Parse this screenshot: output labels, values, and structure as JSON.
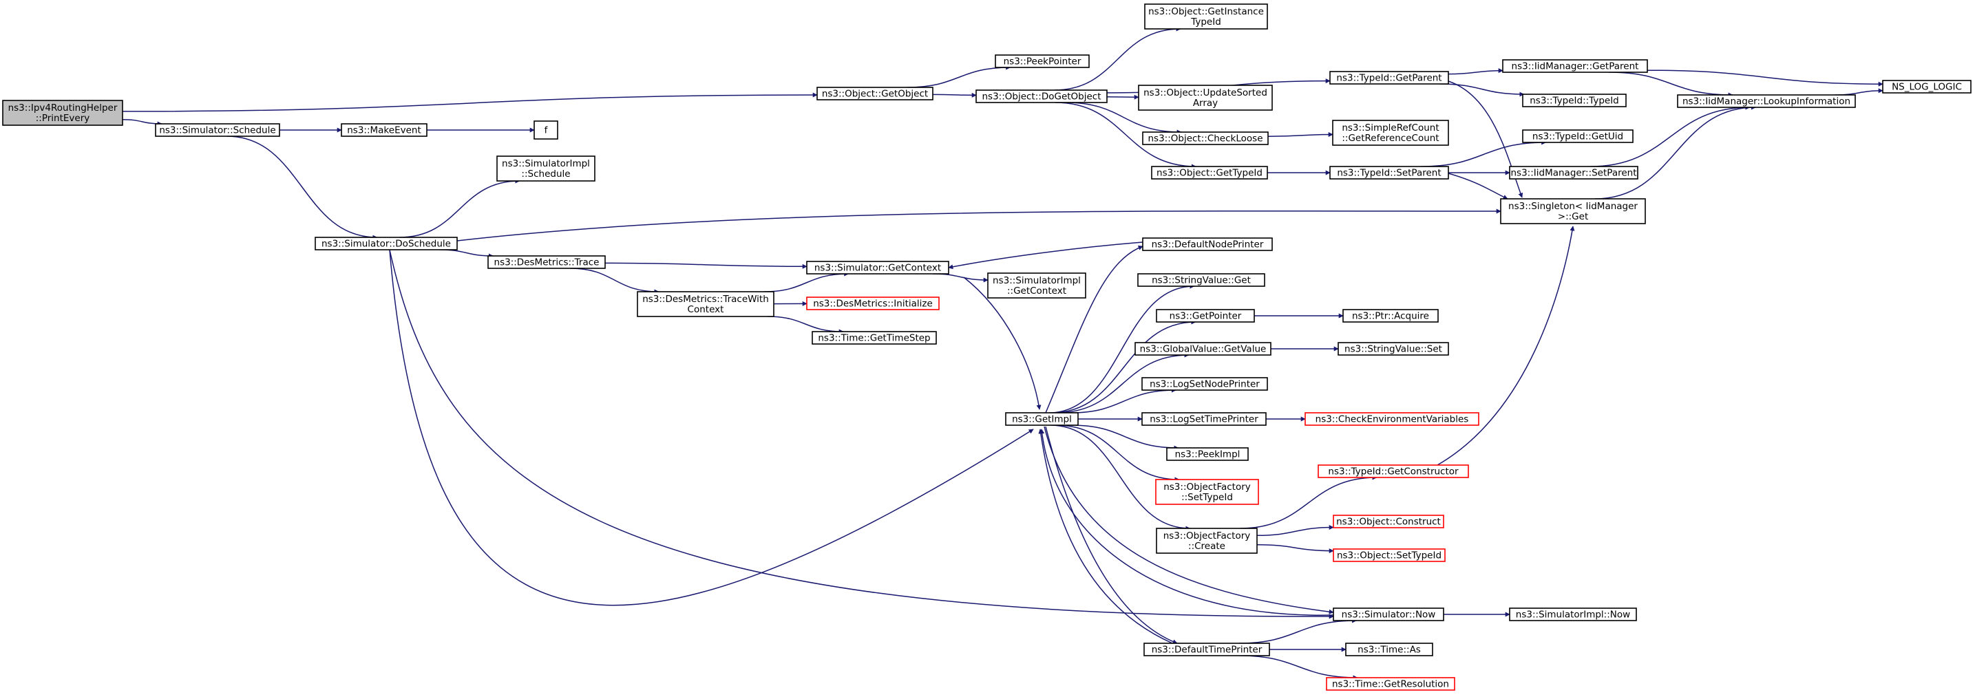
{
  "title": "",
  "graph": {
    "nodes": [
      {
        "id": "n0",
        "label": [
          "ns3::Ipv4RoutingHelper",
          "::PrintEvery"
        ],
        "style": "root"
      },
      {
        "id": "n1",
        "label": [
          "ns3::Object::GetObject"
        ]
      },
      {
        "id": "n2",
        "label": [
          "ns3::Simulator::Schedule"
        ]
      },
      {
        "id": "n3",
        "label": [
          "ns3::MakeEvent"
        ]
      },
      {
        "id": "n4",
        "label": [
          "f"
        ]
      },
      {
        "id": "n5",
        "label": [
          "ns3::SimulatorImpl",
          "::Schedule"
        ]
      },
      {
        "id": "n6",
        "label": [
          "ns3::Simulator::DoSchedule"
        ]
      },
      {
        "id": "n7",
        "label": [
          "ns3::DesMetrics::Trace"
        ]
      },
      {
        "id": "n8",
        "label": [
          "ns3::DesMetrics::TraceWith",
          "Context"
        ]
      },
      {
        "id": "n9",
        "label": [
          "ns3::Simulator::GetContext"
        ]
      },
      {
        "id": "n10",
        "label": [
          "ns3::DesMetrics::Initialize"
        ],
        "style": "red"
      },
      {
        "id": "n11",
        "label": [
          "ns3::Time::GetTimeStep"
        ]
      },
      {
        "id": "n12",
        "label": [
          "ns3::SimulatorImpl",
          "::GetContext"
        ]
      },
      {
        "id": "n13",
        "label": [
          "ns3::PeekPointer"
        ]
      },
      {
        "id": "n14",
        "label": [
          "ns3::Object::DoGetObject"
        ]
      },
      {
        "id": "n15",
        "label": [
          "ns3::Object::GetInstance",
          "TypeId"
        ]
      },
      {
        "id": "n16",
        "label": [
          "ns3::Object::UpdateSorted",
          "Array"
        ]
      },
      {
        "id": "n17",
        "label": [
          "ns3::Object::CheckLoose"
        ]
      },
      {
        "id": "n18",
        "label": [
          "ns3::Object::GetTypeId"
        ]
      },
      {
        "id": "n19",
        "label": [
          "ns3::TypeId::GetParent"
        ]
      },
      {
        "id": "n20",
        "label": [
          "ns3::SimpleRefCount",
          "::GetReferenceCount"
        ]
      },
      {
        "id": "n21",
        "label": [
          "ns3::TypeId::SetParent"
        ]
      },
      {
        "id": "n22",
        "label": [
          "ns3::IidManager::GetParent"
        ]
      },
      {
        "id": "n23",
        "label": [
          "ns3::TypeId::TypeId"
        ]
      },
      {
        "id": "n24",
        "label": [
          "ns3::TypeId::GetUid"
        ]
      },
      {
        "id": "n25",
        "label": [
          "ns3::IidManager::SetParent"
        ]
      },
      {
        "id": "n26",
        "label": [
          "ns3::Singleton< IidManager",
          " >::Get"
        ]
      },
      {
        "id": "n27",
        "label": [
          "ns3::IidManager::LookupInformation"
        ]
      },
      {
        "id": "n28",
        "label": [
          "NS_LOG_LOGIC"
        ]
      },
      {
        "id": "n29",
        "label": [
          "ns3::DefaultNodePrinter"
        ]
      },
      {
        "id": "n30",
        "label": [
          "ns3::StringValue::Get"
        ]
      },
      {
        "id": "n31",
        "label": [
          "ns3::GetPointer"
        ]
      },
      {
        "id": "n32",
        "label": [
          "ns3::Ptr::Acquire"
        ]
      },
      {
        "id": "n33",
        "label": [
          "ns3::GlobalValue::GetValue"
        ]
      },
      {
        "id": "n34",
        "label": [
          "ns3::StringValue::Set"
        ]
      },
      {
        "id": "n35",
        "label": [
          "ns3::LogSetNodePrinter"
        ]
      },
      {
        "id": "n36",
        "label": [
          "ns3::GetImpl"
        ]
      },
      {
        "id": "n37",
        "label": [
          "ns3::LogSetTimePrinter"
        ]
      },
      {
        "id": "n38",
        "label": [
          "ns3::CheckEnvironmentVariables"
        ],
        "style": "red"
      },
      {
        "id": "n39",
        "label": [
          "ns3::PeekImpl"
        ]
      },
      {
        "id": "n40",
        "label": [
          "ns3::ObjectFactory",
          "::SetTypeId"
        ],
        "style": "red"
      },
      {
        "id": "n41",
        "label": [
          "ns3::TypeId::GetConstructor"
        ],
        "style": "red"
      },
      {
        "id": "n42",
        "label": [
          "ns3::ObjectFactory",
          "::Create"
        ]
      },
      {
        "id": "n43",
        "label": [
          "ns3::Object::Construct"
        ],
        "style": "red"
      },
      {
        "id": "n44",
        "label": [
          "ns3::Object::SetTypeId"
        ],
        "style": "red"
      },
      {
        "id": "n45",
        "label": [
          "ns3::Simulator::Now"
        ]
      },
      {
        "id": "n46",
        "label": [
          "ns3::SimulatorImpl::Now"
        ]
      },
      {
        "id": "n47",
        "label": [
          "ns3::DefaultTimePrinter"
        ]
      },
      {
        "id": "n48",
        "label": [
          "ns3::Time::As"
        ]
      },
      {
        "id": "n49",
        "label": [
          "ns3::Time::GetResolution"
        ],
        "style": "red"
      }
    ],
    "edges": [
      [
        "n0",
        "n1"
      ],
      [
        "n0",
        "n2"
      ],
      [
        "n2",
        "n3"
      ],
      [
        "n3",
        "n4"
      ],
      [
        "n2",
        "n6"
      ],
      [
        "n6",
        "n5"
      ],
      [
        "n6",
        "n7"
      ],
      [
        "n6",
        "n26"
      ],
      [
        "n6",
        "n45"
      ],
      [
        "n6",
        "n36"
      ],
      [
        "n7",
        "n9"
      ],
      [
        "n7",
        "n8"
      ],
      [
        "n8",
        "n9"
      ],
      [
        "n8",
        "n10"
      ],
      [
        "n8",
        "n11"
      ],
      [
        "n9",
        "n12"
      ],
      [
        "n9",
        "n36"
      ],
      [
        "n1",
        "n13"
      ],
      [
        "n1",
        "n14"
      ],
      [
        "n14",
        "n15"
      ],
      [
        "n14",
        "n19"
      ],
      [
        "n14",
        "n16"
      ],
      [
        "n14",
        "n17"
      ],
      [
        "n14",
        "n18"
      ],
      [
        "n17",
        "n20"
      ],
      [
        "n18",
        "n21"
      ],
      [
        "n19",
        "n22"
      ],
      [
        "n19",
        "n23"
      ],
      [
        "n19",
        "n26"
      ],
      [
        "n21",
        "n24"
      ],
      [
        "n21",
        "n25"
      ],
      [
        "n21",
        "n26"
      ],
      [
        "n22",
        "n27"
      ],
      [
        "n22",
        "n28"
      ],
      [
        "n25",
        "n27"
      ],
      [
        "n26",
        "n27"
      ],
      [
        "n27",
        "n28"
      ],
      [
        "n29",
        "n9"
      ],
      [
        "n36",
        "n29"
      ],
      [
        "n36",
        "n30"
      ],
      [
        "n36",
        "n31"
      ],
      [
        "n36",
        "n33"
      ],
      [
        "n36",
        "n35"
      ],
      [
        "n36",
        "n37"
      ],
      [
        "n36",
        "n39"
      ],
      [
        "n36",
        "n40"
      ],
      [
        "n36",
        "n42"
      ],
      [
        "n36",
        "n45"
      ],
      [
        "n36",
        "n47"
      ],
      [
        "n31",
        "n32"
      ],
      [
        "n33",
        "n34"
      ],
      [
        "n37",
        "n38"
      ],
      [
        "n42",
        "n41"
      ],
      [
        "n42",
        "n43"
      ],
      [
        "n42",
        "n44"
      ],
      [
        "n41",
        "n26"
      ],
      [
        "n45",
        "n36"
      ],
      [
        "n45",
        "n46"
      ],
      [
        "n47",
        "n36"
      ],
      [
        "n47",
        "n45"
      ],
      [
        "n47",
        "n48"
      ],
      [
        "n47",
        "n49"
      ]
    ]
  }
}
